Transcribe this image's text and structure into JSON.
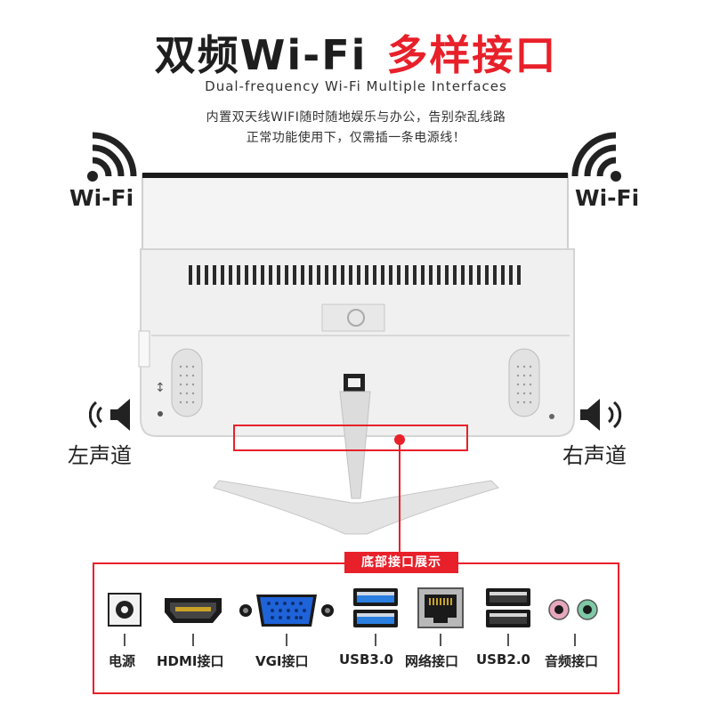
{
  "header": {
    "title_main": "双频Wi-Fi",
    "title_highlight": "多样接口",
    "subtitle_en": "Dual-frequency Wi-Fi Multiple Interfaces",
    "desc_line1": "内置双天线WIFI随时随地娱乐与办公，告别杂乱线路",
    "desc_line2": "正常功能使用下，仅需插一条电源线！"
  },
  "callouts": {
    "wifi_left": "Wi-Fi",
    "wifi_right": "Wi-Fi",
    "left_channel": "左声道",
    "right_channel": "右声道"
  },
  "ports": {
    "title": "底部接口展示",
    "items": [
      {
        "label": "电源",
        "icon": "power-jack-icon"
      },
      {
        "label": "HDMI接口",
        "icon": "hdmi-port-icon"
      },
      {
        "label": "VGI接口",
        "icon": "vga-port-icon"
      },
      {
        "label": "USB3.0",
        "icon": "usb3-port-icon"
      },
      {
        "label": "网络接口",
        "icon": "ethernet-port-icon"
      },
      {
        "label": "USB2.0",
        "icon": "usb2-port-icon"
      },
      {
        "label": "音频接口",
        "icon": "audio-jack-icon"
      }
    ]
  },
  "colors": {
    "accent_red": "#e8202a",
    "usb3_blue": "#2a7fe0",
    "vga_blue": "#1f63d8",
    "text_dark": "#222222"
  }
}
